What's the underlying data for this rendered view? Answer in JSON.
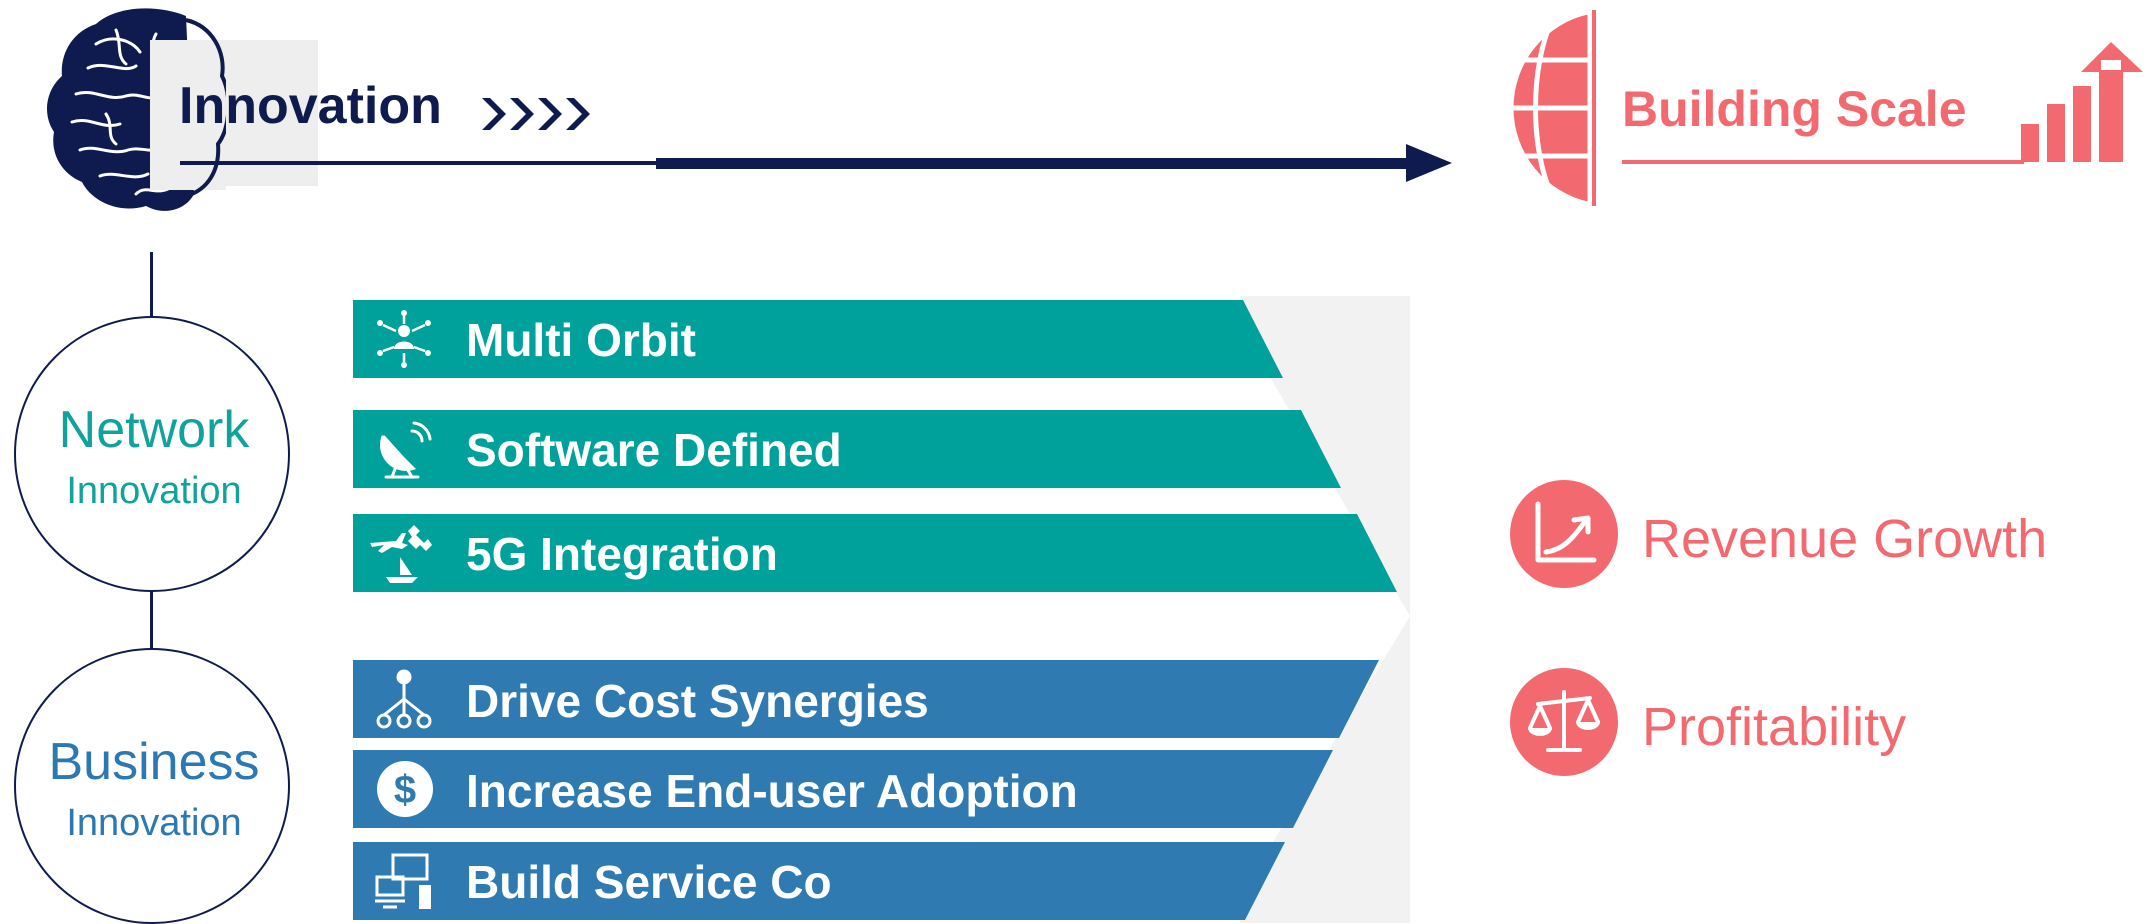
{
  "header": {
    "innovation_title": "Innovation",
    "building_scale_title": "Building Scale",
    "brain_icon": "brain-icon",
    "globe_icon": "globe-icon",
    "bar_chart_icon": "bar-chart-arrow-icon"
  },
  "network": {
    "title": "Network",
    "subtitle": "Innovation"
  },
  "business": {
    "title": "Business",
    "subtitle": "Innovation"
  },
  "bands": [
    {
      "label": "Multi Orbit",
      "icon": "network-hub-icon",
      "color": "#00a19a"
    },
    {
      "label": "Software Defined",
      "icon": "satellite-dish-icon",
      "color": "#00a19a"
    },
    {
      "label": "5G Integration",
      "icon": "airplane-satellite-ship-icon",
      "color": "#00a19a"
    },
    {
      "label": "Drive Cost Synergies",
      "icon": "hierarchy-icon",
      "color": "#2f7bb1"
    },
    {
      "label": "Increase End-user Adoption",
      "icon": "dollar-icon",
      "color": "#2f7bb1"
    },
    {
      "label": "Build Service Co",
      "icon": "devices-icon",
      "color": "#2f7bb1"
    }
  ],
  "outcomes": [
    {
      "label": "Revenue Growth",
      "icon": "growth-chart-icon"
    },
    {
      "label": "Profitability",
      "icon": "balance-scale-icon"
    }
  ],
  "colors": {
    "navy": "#0f1b4f",
    "teal": "#00a19a",
    "blue": "#2f7bb1",
    "coral": "#f26a6f"
  }
}
